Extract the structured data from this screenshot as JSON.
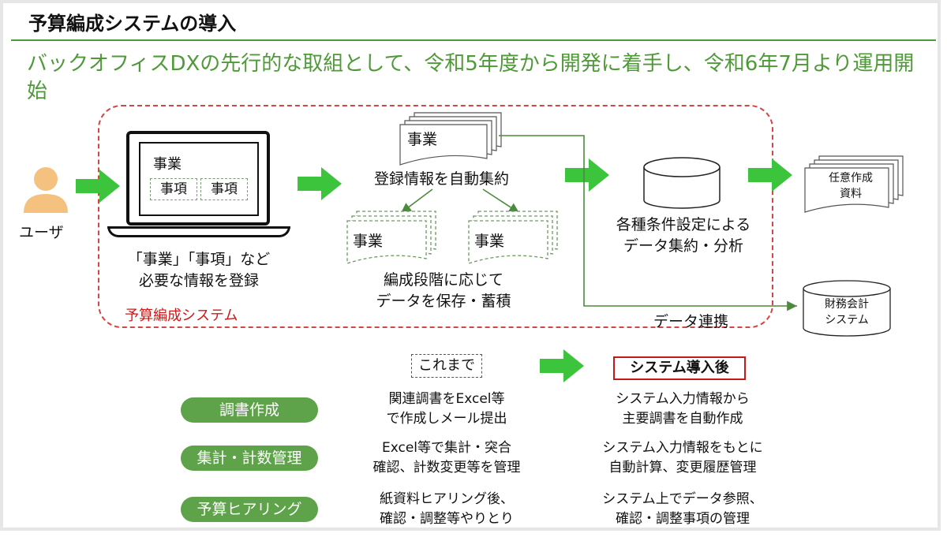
{
  "slide": {
    "title": "予算編成システムの導入",
    "headline": "バックオフィスDXの先行的な取組として、令和5年度から開発に着手し、令和6年7月より運用開始"
  },
  "flow": {
    "user_label": "ユーザ",
    "screen_jigyo": "事業",
    "screen_koumoku_1": "事項",
    "screen_koumoku_2": "事項",
    "input_caption_line1": "「事業」「事項」など",
    "input_caption_line2": "必要な情報を登録",
    "system_label": "予算編成システム",
    "top_doc": "事業",
    "aggregate_caption": "登録情報を自動集約",
    "stage_doc_1": "事業",
    "stage_doc_2": "事業",
    "stage_caption_line1": "編成段階に応じて",
    "stage_caption_line2": "データを保存・蓄積",
    "analysis_line1": "各種条件設定による",
    "analysis_line2": "データ集約・分析",
    "custom_doc_line1": "任意作成",
    "custom_doc_line2": "資料",
    "link_label": "データ連携",
    "finance_line1": "財務会計",
    "finance_line2": "システム"
  },
  "comparison": {
    "before_header": "これまで",
    "after_header": "システム導入後",
    "rows": [
      {
        "category": "調書作成",
        "before_line1": "関連調書をExcel等",
        "before_line2": "で作成しメール提出",
        "after_line1": "システム入力情報から",
        "after_line2": "主要調書を自動作成"
      },
      {
        "category": "集計・計数管理",
        "before_line1": "Excel等で集計・突合",
        "before_line2": "確認、計数変更等を管理",
        "after_line1": "システム入力情報をもとに",
        "after_line2": "自動計算、変更履歴管理"
      },
      {
        "category": "予算ヒアリング",
        "before_line1": "紙資料ヒアリング後、",
        "before_line2": "確認・調整等やりとり",
        "after_line1": "システム上でデータ参照、",
        "after_line2": "確認・調整事項の管理"
      }
    ]
  },
  "colors": {
    "accent_green": "#4f9a38",
    "arrow_green": "#3cc43c",
    "pill_green": "#5ea34a",
    "system_red": "#d01818"
  }
}
